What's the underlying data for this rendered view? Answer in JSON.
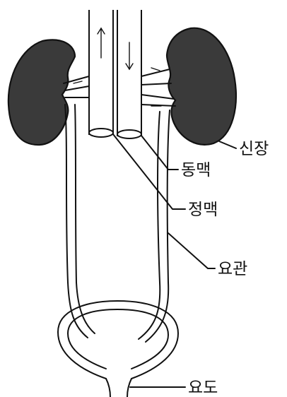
{
  "labels": {
    "kidney": "신장",
    "artery": "동맥",
    "vein": "정맥",
    "ureter": "요관",
    "urethra": "요도"
  },
  "colors": {
    "ink": "#111111",
    "kidney_fill": "#3a3a3a",
    "background": "#ffffff"
  }
}
